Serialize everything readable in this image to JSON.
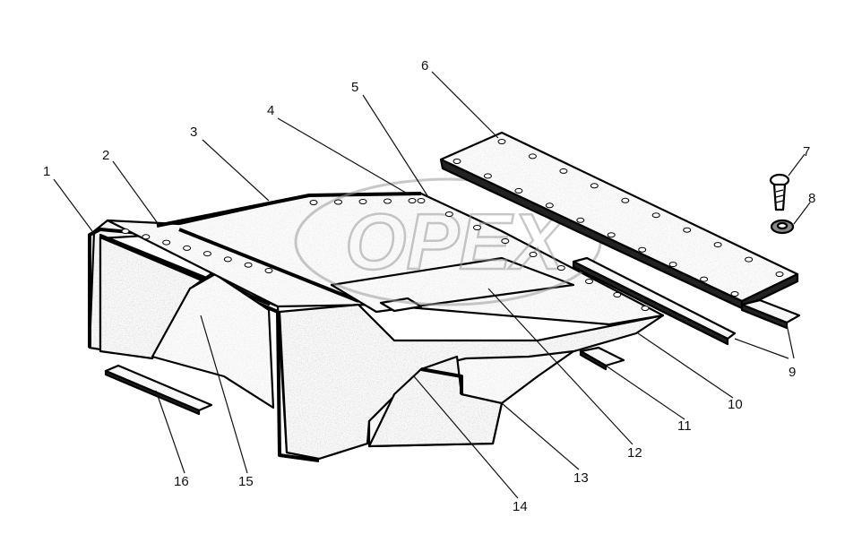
{
  "diagram": {
    "watermark": "OPEX",
    "colors": {
      "ink": "#000000",
      "fill": "#b8b8b8",
      "paper": "#ffffff"
    },
    "callouts": [
      {
        "id": "1",
        "label": "1"
      },
      {
        "id": "2",
        "label": "2"
      },
      {
        "id": "3",
        "label": "3"
      },
      {
        "id": "4",
        "label": "4"
      },
      {
        "id": "5",
        "label": "5"
      },
      {
        "id": "6",
        "label": "6"
      },
      {
        "id": "7",
        "label": "7"
      },
      {
        "id": "8",
        "label": "8"
      },
      {
        "id": "9",
        "label": "9"
      },
      {
        "id": "10",
        "label": "10"
      },
      {
        "id": "11",
        "label": "11"
      },
      {
        "id": "12",
        "label": "12"
      },
      {
        "id": "13",
        "label": "13"
      },
      {
        "id": "14",
        "label": "14"
      },
      {
        "id": "15",
        "label": "15"
      },
      {
        "id": "16",
        "label": "16"
      }
    ]
  }
}
